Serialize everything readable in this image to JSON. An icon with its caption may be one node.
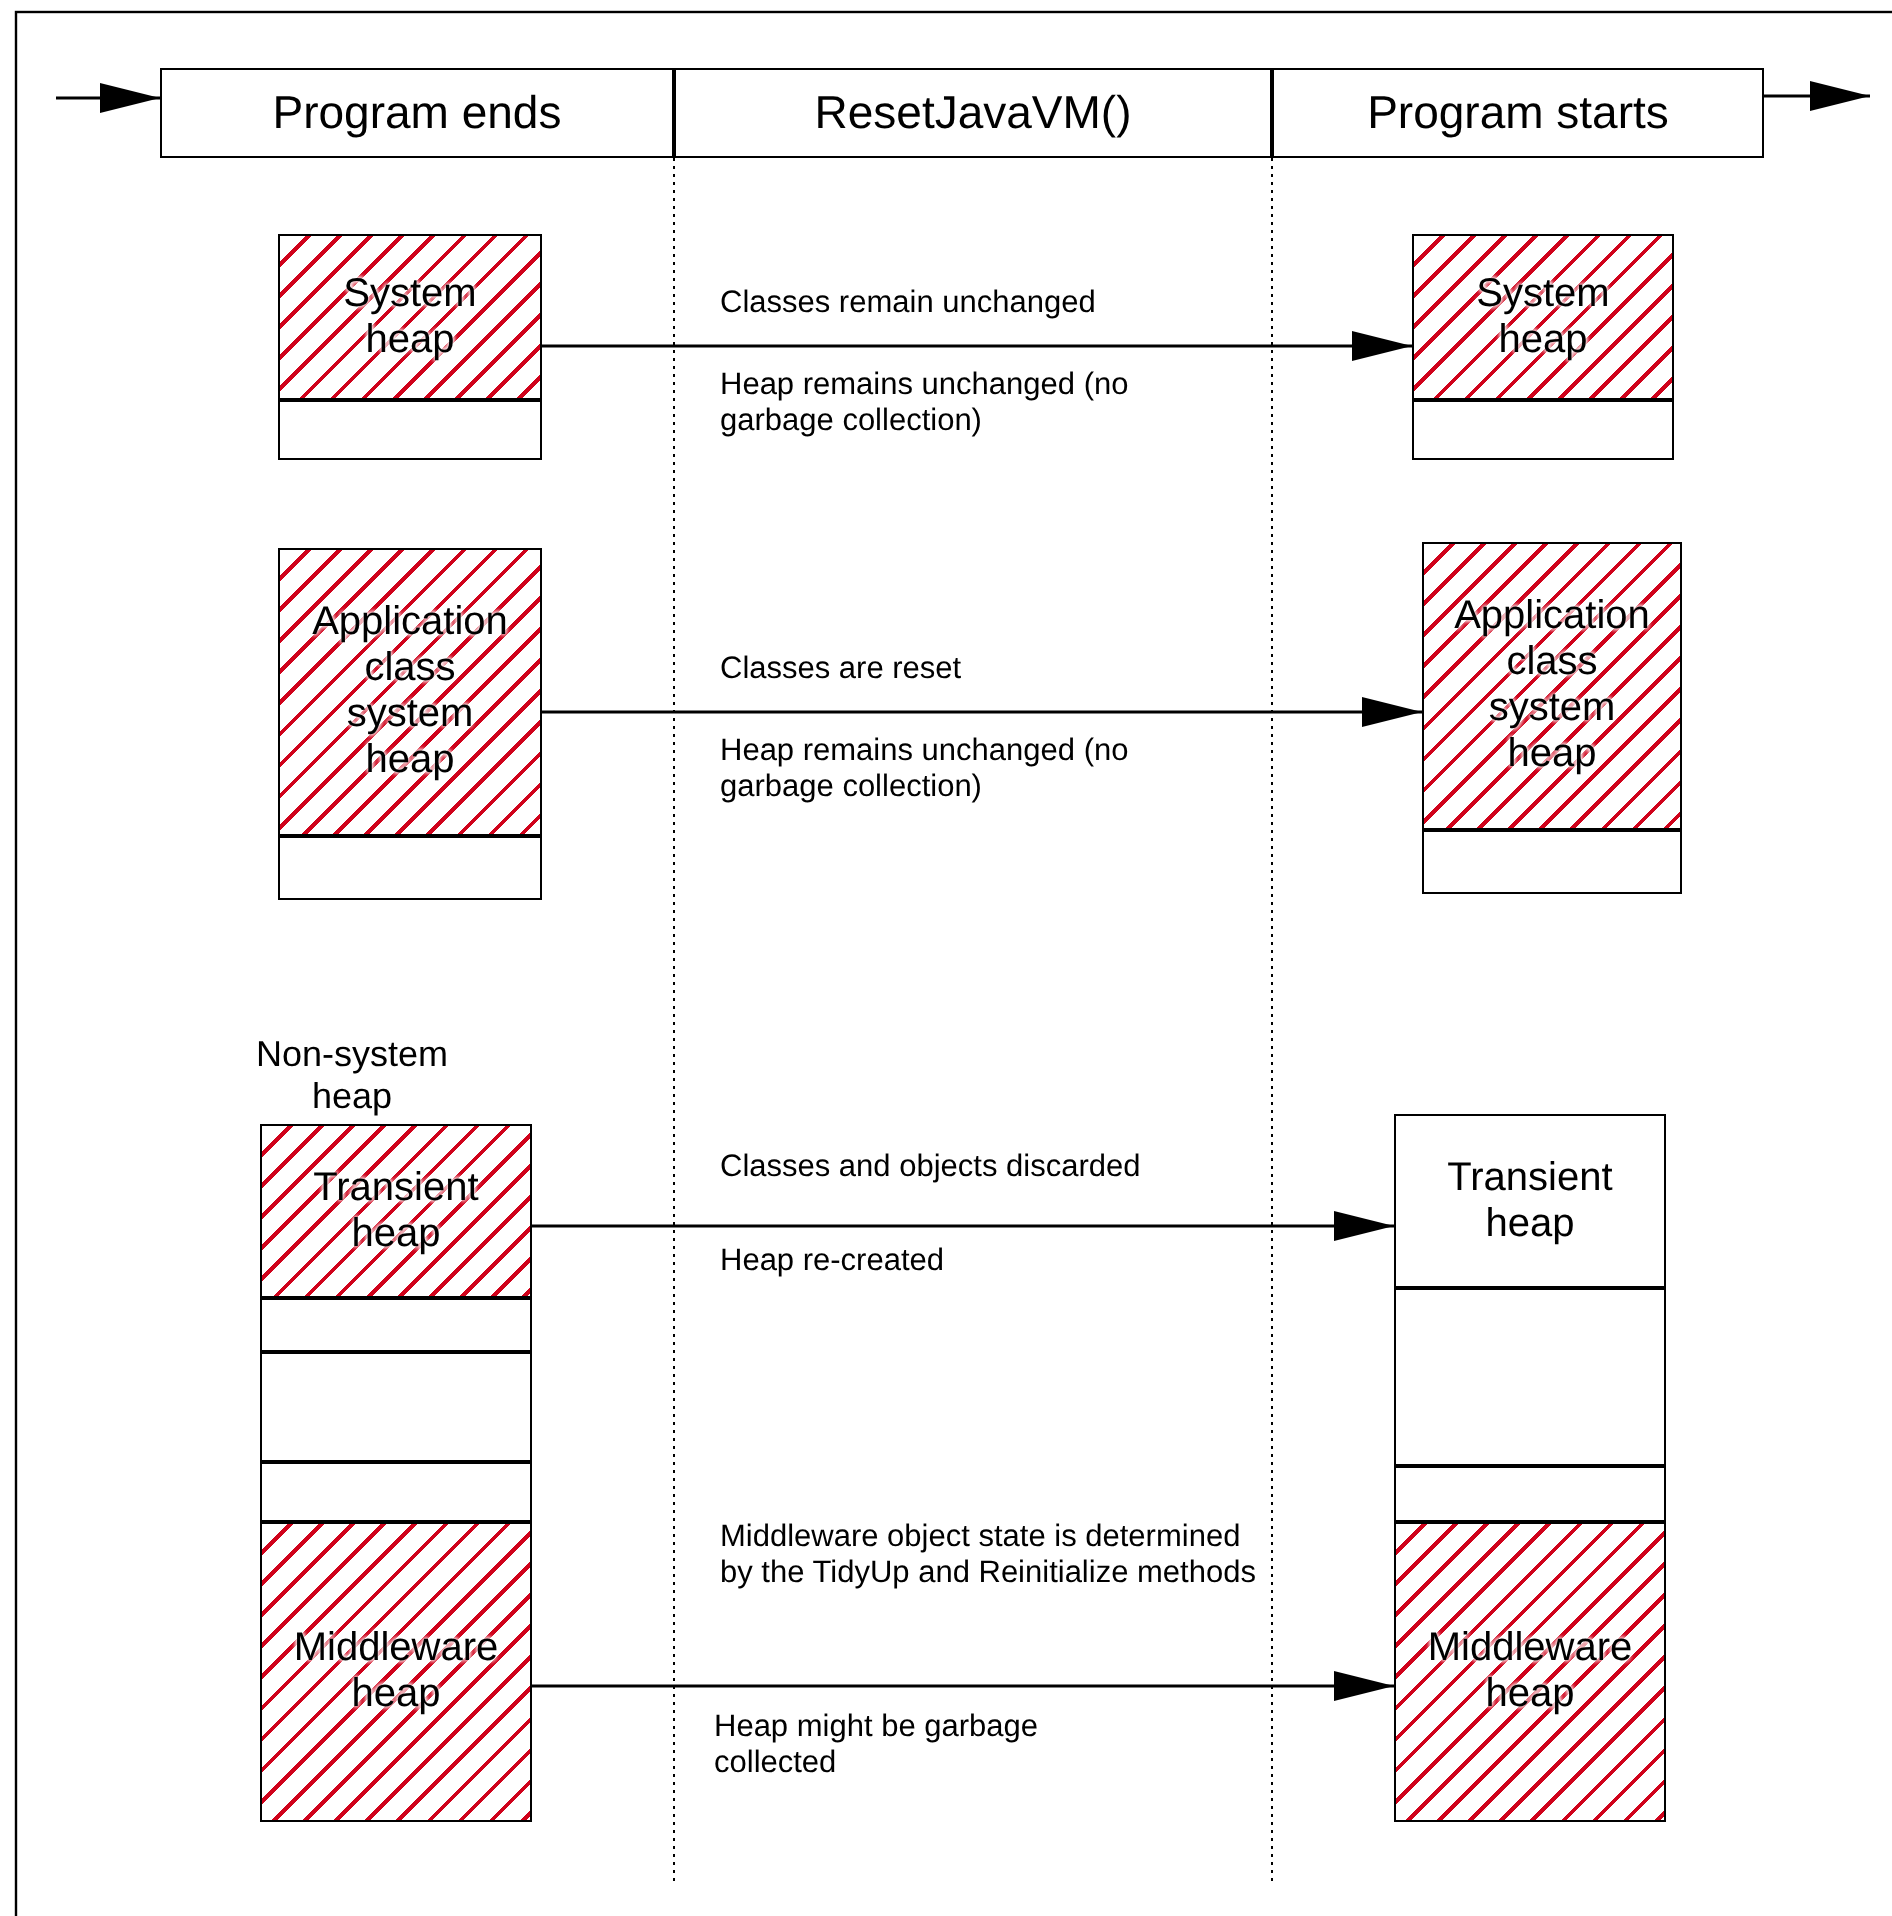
{
  "diagram": {
    "nodes": [
      {
        "text": [
          "Program ends"
        ]
      },
      {
        "text": [
          "ResetJavaVM()"
        ]
      },
      {
        "text": [
          "Program starts"
        ]
      },
      {
        "text": [
          "System heap"
        ]
      },
      {
        "text": [],
        "shape": "box"
      },
      {
        "text": [
          "Application class system heap"
        ]
      },
      {
        "text": [],
        "shape": "box"
      },
      {
        "text": [
          "Transient heap"
        ]
      },
      {
        "text": [],
        "shape": "box"
      },
      {
        "text": [],
        "shape": "box"
      },
      {
        "text": [],
        "shape": "box"
      },
      {
        "text": [
          "Middleware heap"
        ]
      },
      {
        "text": [
          "System heap"
        ]
      },
      {
        "text": [],
        "shape": "box"
      },
      {
        "text": [
          "Application class system heap"
        ]
      },
      {
        "text": [],
        "shape": "box"
      },
      {
        "text": [
          "Transient heap"
        ]
      },
      {
        "text": [],
        "shape": "box"
      },
      {
        "text": [],
        "shape": "box"
      },
      {
        "text": [
          "Middleware heap"
        ]
      }
    ],
    "edges": [
      {
        "from": null,
        "to": 0,
        "arrow": "to"
      },
      {
        "from": 2,
        "to": null,
        "arrow": "to"
      },
      {
        "from": 3,
        "to": 12,
        "arrow": "to",
        "label": "Classes remain unchanged"
      },
      {
        "from": 5,
        "to": 14,
        "arrow": "to",
        "label": "Classes are reset"
      },
      {
        "from": 7,
        "to": 16,
        "arrow": "to",
        "label": "Classes and objects discarded"
      },
      {
        "from": 11,
        "to": 19,
        "arrow": "to",
        "label": "Middleware object state is determined by the TidyUp and Reinitialize methods"
      }
    ],
    "labels": [
      "Heap remains unchanged (no garbage collection)",
      "Heap remains unchanged (no garbage collection)",
      "Non-system heap",
      "Heap re-created",
      "Heap might be garbage collected"
    ]
  }
}
